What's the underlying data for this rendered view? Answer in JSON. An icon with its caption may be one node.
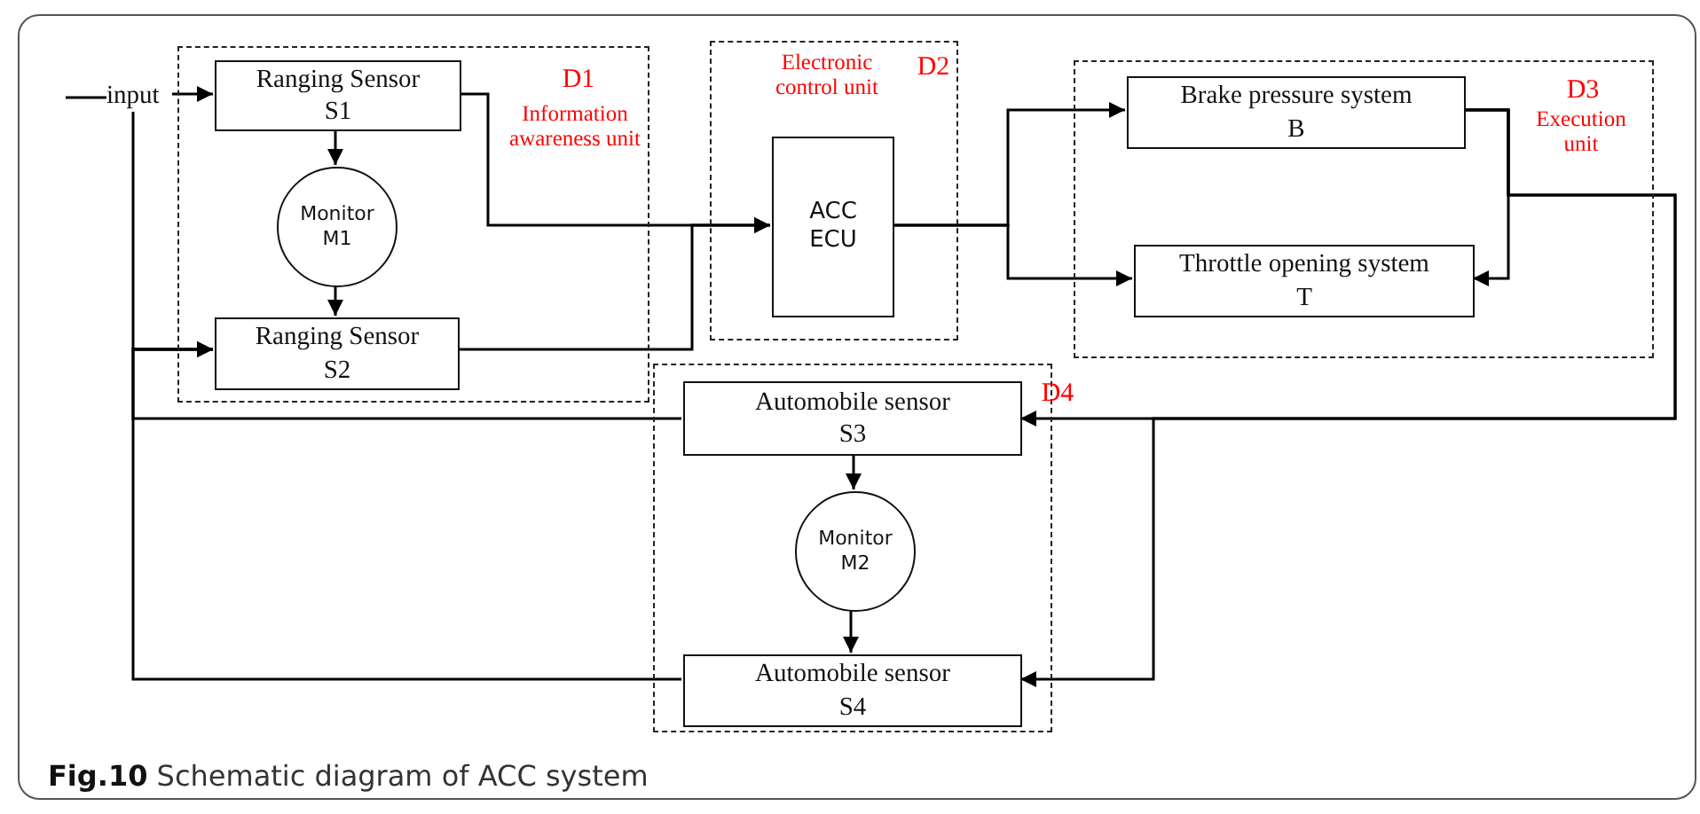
{
  "diagram": {
    "caption": "**Fig.10** Schematic diagram of ACC system",
    "nodes": [
      {
        "text": [
          "D1",
          "Information awareness unit"
        ]
      },
      {
        "text": [
          "Ranging Sensor",
          "S1"
        ],
        "in": 0
      },
      {
        "text": [
          "Monitor M1"
        ],
        "in": 0
      },
      {
        "text": [
          "Ranging Sensor",
          "S2"
        ],
        "in": 0
      },
      {
        "text": [
          "Electronic control unit",
          "D2"
        ]
      },
      {
        "text": [
          "ACC ECU"
        ],
        "in": 4
      },
      {
        "text": [
          "D3",
          "Execution unit"
        ]
      },
      {
        "text": [
          "Brake pressure system",
          "B"
        ],
        "in": 6
      },
      {
        "text": [
          "Throttle opening system",
          "T"
        ],
        "in": 6
      },
      {
        "text": [
          "D4"
        ]
      },
      {
        "text": [
          "Automobile sensor",
          "S3"
        ],
        "in": 9
      },
      {
        "text": [
          "Monitor M2"
        ],
        "in": 9
      },
      {
        "text": [
          "Automobile sensor",
          "S4"
        ],
        "in": 9
      },
      {
        "text": [
          "input"
        ]
      }
    ],
    "edges": [
      {
        "from": null,
        "to": 13,
        "arrow": "none"
      },
      {
        "from": 13,
        "to": 1,
        "arrow": "to"
      },
      {
        "from": 13,
        "to": 3,
        "arrow": "to"
      },
      {
        "from": 1,
        "to": 2,
        "arrow": "to"
      },
      {
        "from": 2,
        "to": 3,
        "arrow": "to"
      },
      {
        "from": 1,
        "to": 5,
        "arrow": "to"
      },
      {
        "from": 3,
        "to": 5,
        "arrow": "to"
      },
      {
        "from": 5,
        "to": 7,
        "arrow": "to"
      },
      {
        "from": 5,
        "to": 8,
        "arrow": "to"
      },
      {
        "from": 7,
        "to": 8,
        "arrow": "to"
      },
      {
        "from": 7,
        "to": 10,
        "arrow": "to"
      },
      {
        "from": 7,
        "to": 12,
        "arrow": "to"
      },
      {
        "from": 10,
        "to": 11,
        "arrow": "to"
      },
      {
        "from": 11,
        "to": 12,
        "arrow": "to"
      },
      {
        "from": 10,
        "to": 3,
        "arrow": "to"
      },
      {
        "from": 12,
        "to": 3,
        "arrow": "to"
      }
    ]
  }
}
